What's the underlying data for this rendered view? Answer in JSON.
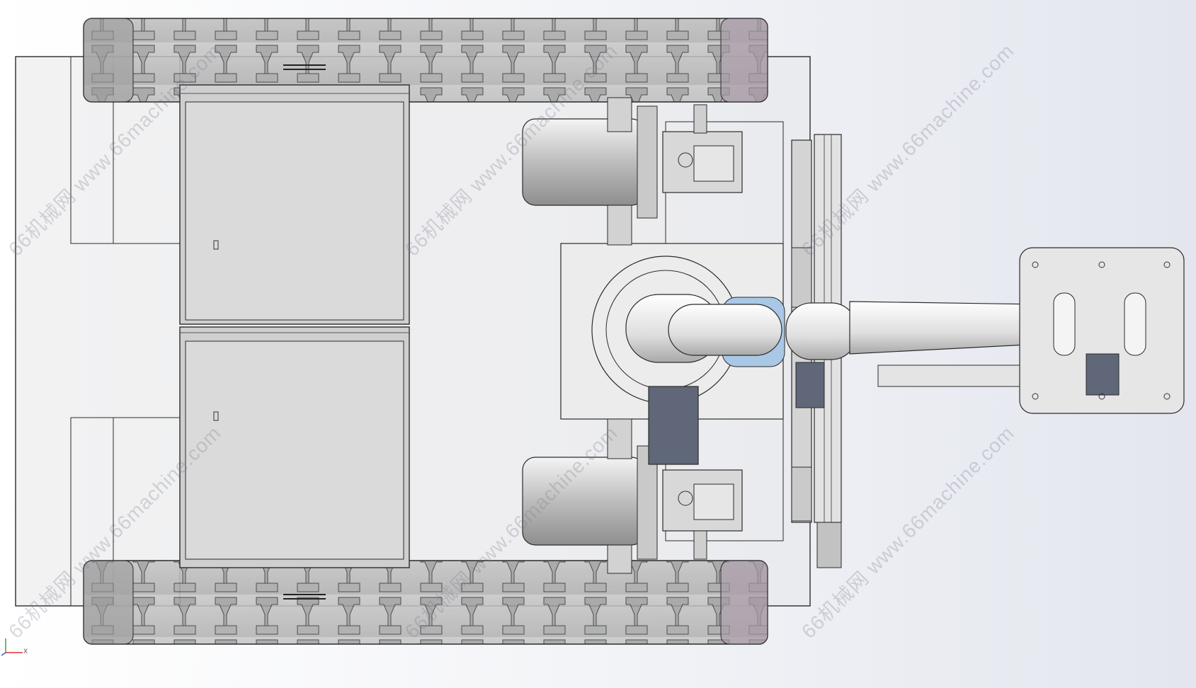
{
  "viewport": {
    "background_gradient": [
      "#ffffff",
      "#e3e6ee"
    ],
    "line_color": "#2b2b2b",
    "part_fill": "#dcdcdc",
    "blue_part_color": "#a9c8e6",
    "dark_motor_color": "#5f6778"
  },
  "components": [
    "crawler-track-top",
    "crawler-track-bottom",
    "chassis-frame",
    "battery-box-upper",
    "battery-box-lower",
    "drive-motor-upper",
    "drive-motor-lower",
    "worm-gearbox-upper",
    "worm-gearbox-lower",
    "linear-rail",
    "robot-arm",
    "end-effector-plate"
  ],
  "watermark": {
    "text": "66机械网 www.66machine.com",
    "color": "#78788c"
  },
  "triad": {
    "x_label": "X",
    "icon": "coordinate-triad-icon"
  }
}
